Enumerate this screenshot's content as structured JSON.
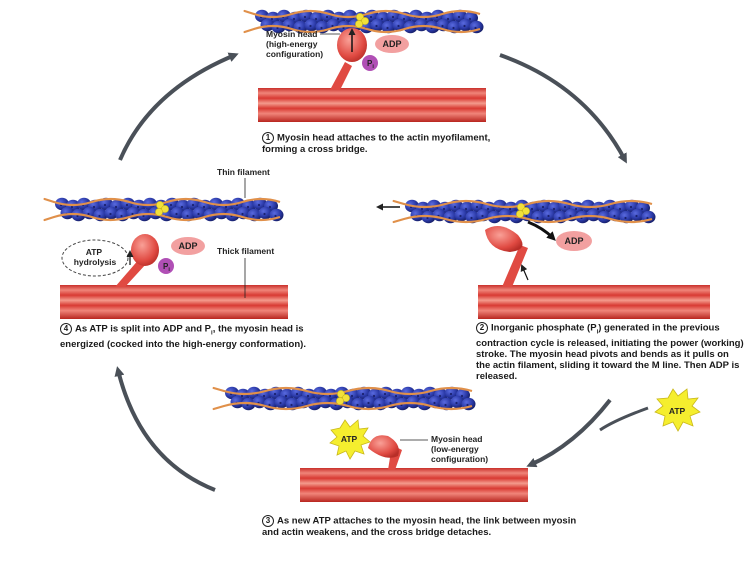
{
  "steps": [
    {
      "num": "1",
      "text": "Myosin head attaches to the actin myofilament, forming a cross bridge."
    },
    {
      "num": "2",
      "text_pre": "Inorganic phosphate (P",
      "text_sub": "i",
      "text_post": ") generated in the previous contraction cycle is released, initiating the power (working) stroke. The myosin head pivots and bends as it pulls on the actin filament, sliding it toward the M line. Then ADP is released."
    },
    {
      "num": "3",
      "text": "As new ATP attaches to the myosin head, the link between myosin and actin weakens, and the cross bridge detaches."
    },
    {
      "num": "4",
      "text_pre": "As ATP is split into ADP and P",
      "text_sub": "i",
      "text_post": ", the myosin head is energized (cocked into the high-energy conformation)."
    }
  ],
  "labels": {
    "myosin_head_high": [
      "Myosin head",
      "(high-energy",
      "configuration)"
    ],
    "myosin_head_low": [
      "Myosin head",
      "(low-energy",
      "configuration)"
    ],
    "thin_filament": "Thin filament",
    "thick_filament": "Thick filament",
    "atp_hydrolysis": [
      "ATP",
      "hydrolysis"
    ],
    "adp": "ADP",
    "atp": "ATP",
    "p": "P",
    "i": "i"
  },
  "colors": {
    "actin_bead": "#2b3aa8",
    "actin_bead_dark": "#1b2270",
    "tropomyosin": "#e0904a",
    "troponin": "#f2e03a",
    "thick_filament": "#d83a33",
    "thick_filament_light": "#f08a7a",
    "myosin_head": "#e5524a",
    "adp_fill": "#f2a0a0",
    "pi_fill": "#b04fb5",
    "atp_fill": "#f5ee2e",
    "arrow": "#4a5058"
  }
}
